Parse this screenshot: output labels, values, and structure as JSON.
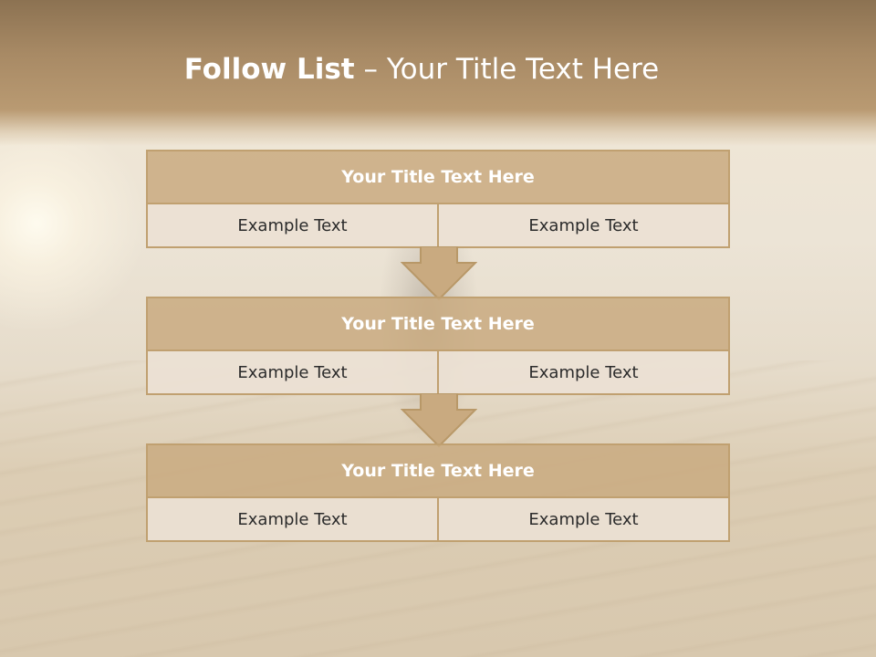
{
  "slide": {
    "title_bold": "Follow List",
    "title_rest": " – Your Title Text Here"
  },
  "blocks": [
    {
      "title": "Your Title Text Here",
      "left": "Example Text",
      "right": "Example Text"
    },
    {
      "title": "Your Title Text Here",
      "left": "Example Text",
      "right": "Example Text"
    },
    {
      "title": "Your Title Text Here",
      "left": "Example Text",
      "right": "Example Text"
    }
  ],
  "colors": {
    "header_band": "#a88a65",
    "block_header": "#c9aa80",
    "block_border": "#c0a070",
    "cell_background": "#ebe1d4"
  }
}
